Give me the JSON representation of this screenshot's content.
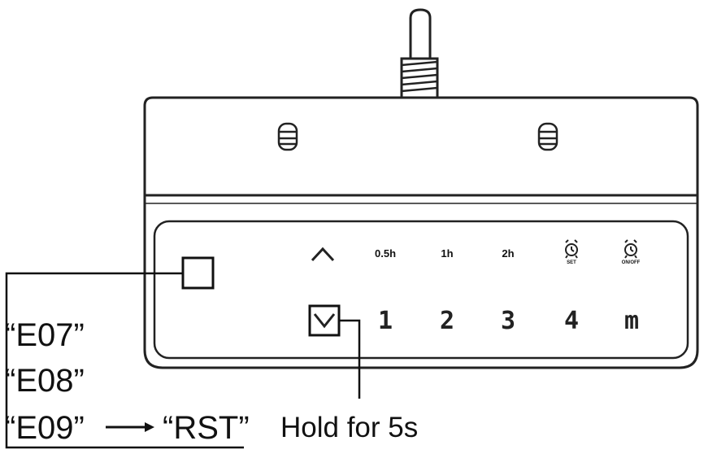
{
  "error_codes": [
    "“E07”",
    "“E08”",
    "“E09”"
  ],
  "result_code": "“RST”",
  "hold_instruction": "Hold for 5s",
  "timer_buttons": [
    "0.5h",
    "1h",
    "2h"
  ],
  "alarm_buttons": {
    "set": "SET",
    "onoff": "ON/OFF"
  },
  "memory_buttons": [
    "1",
    "2",
    "3",
    "4",
    "m"
  ]
}
